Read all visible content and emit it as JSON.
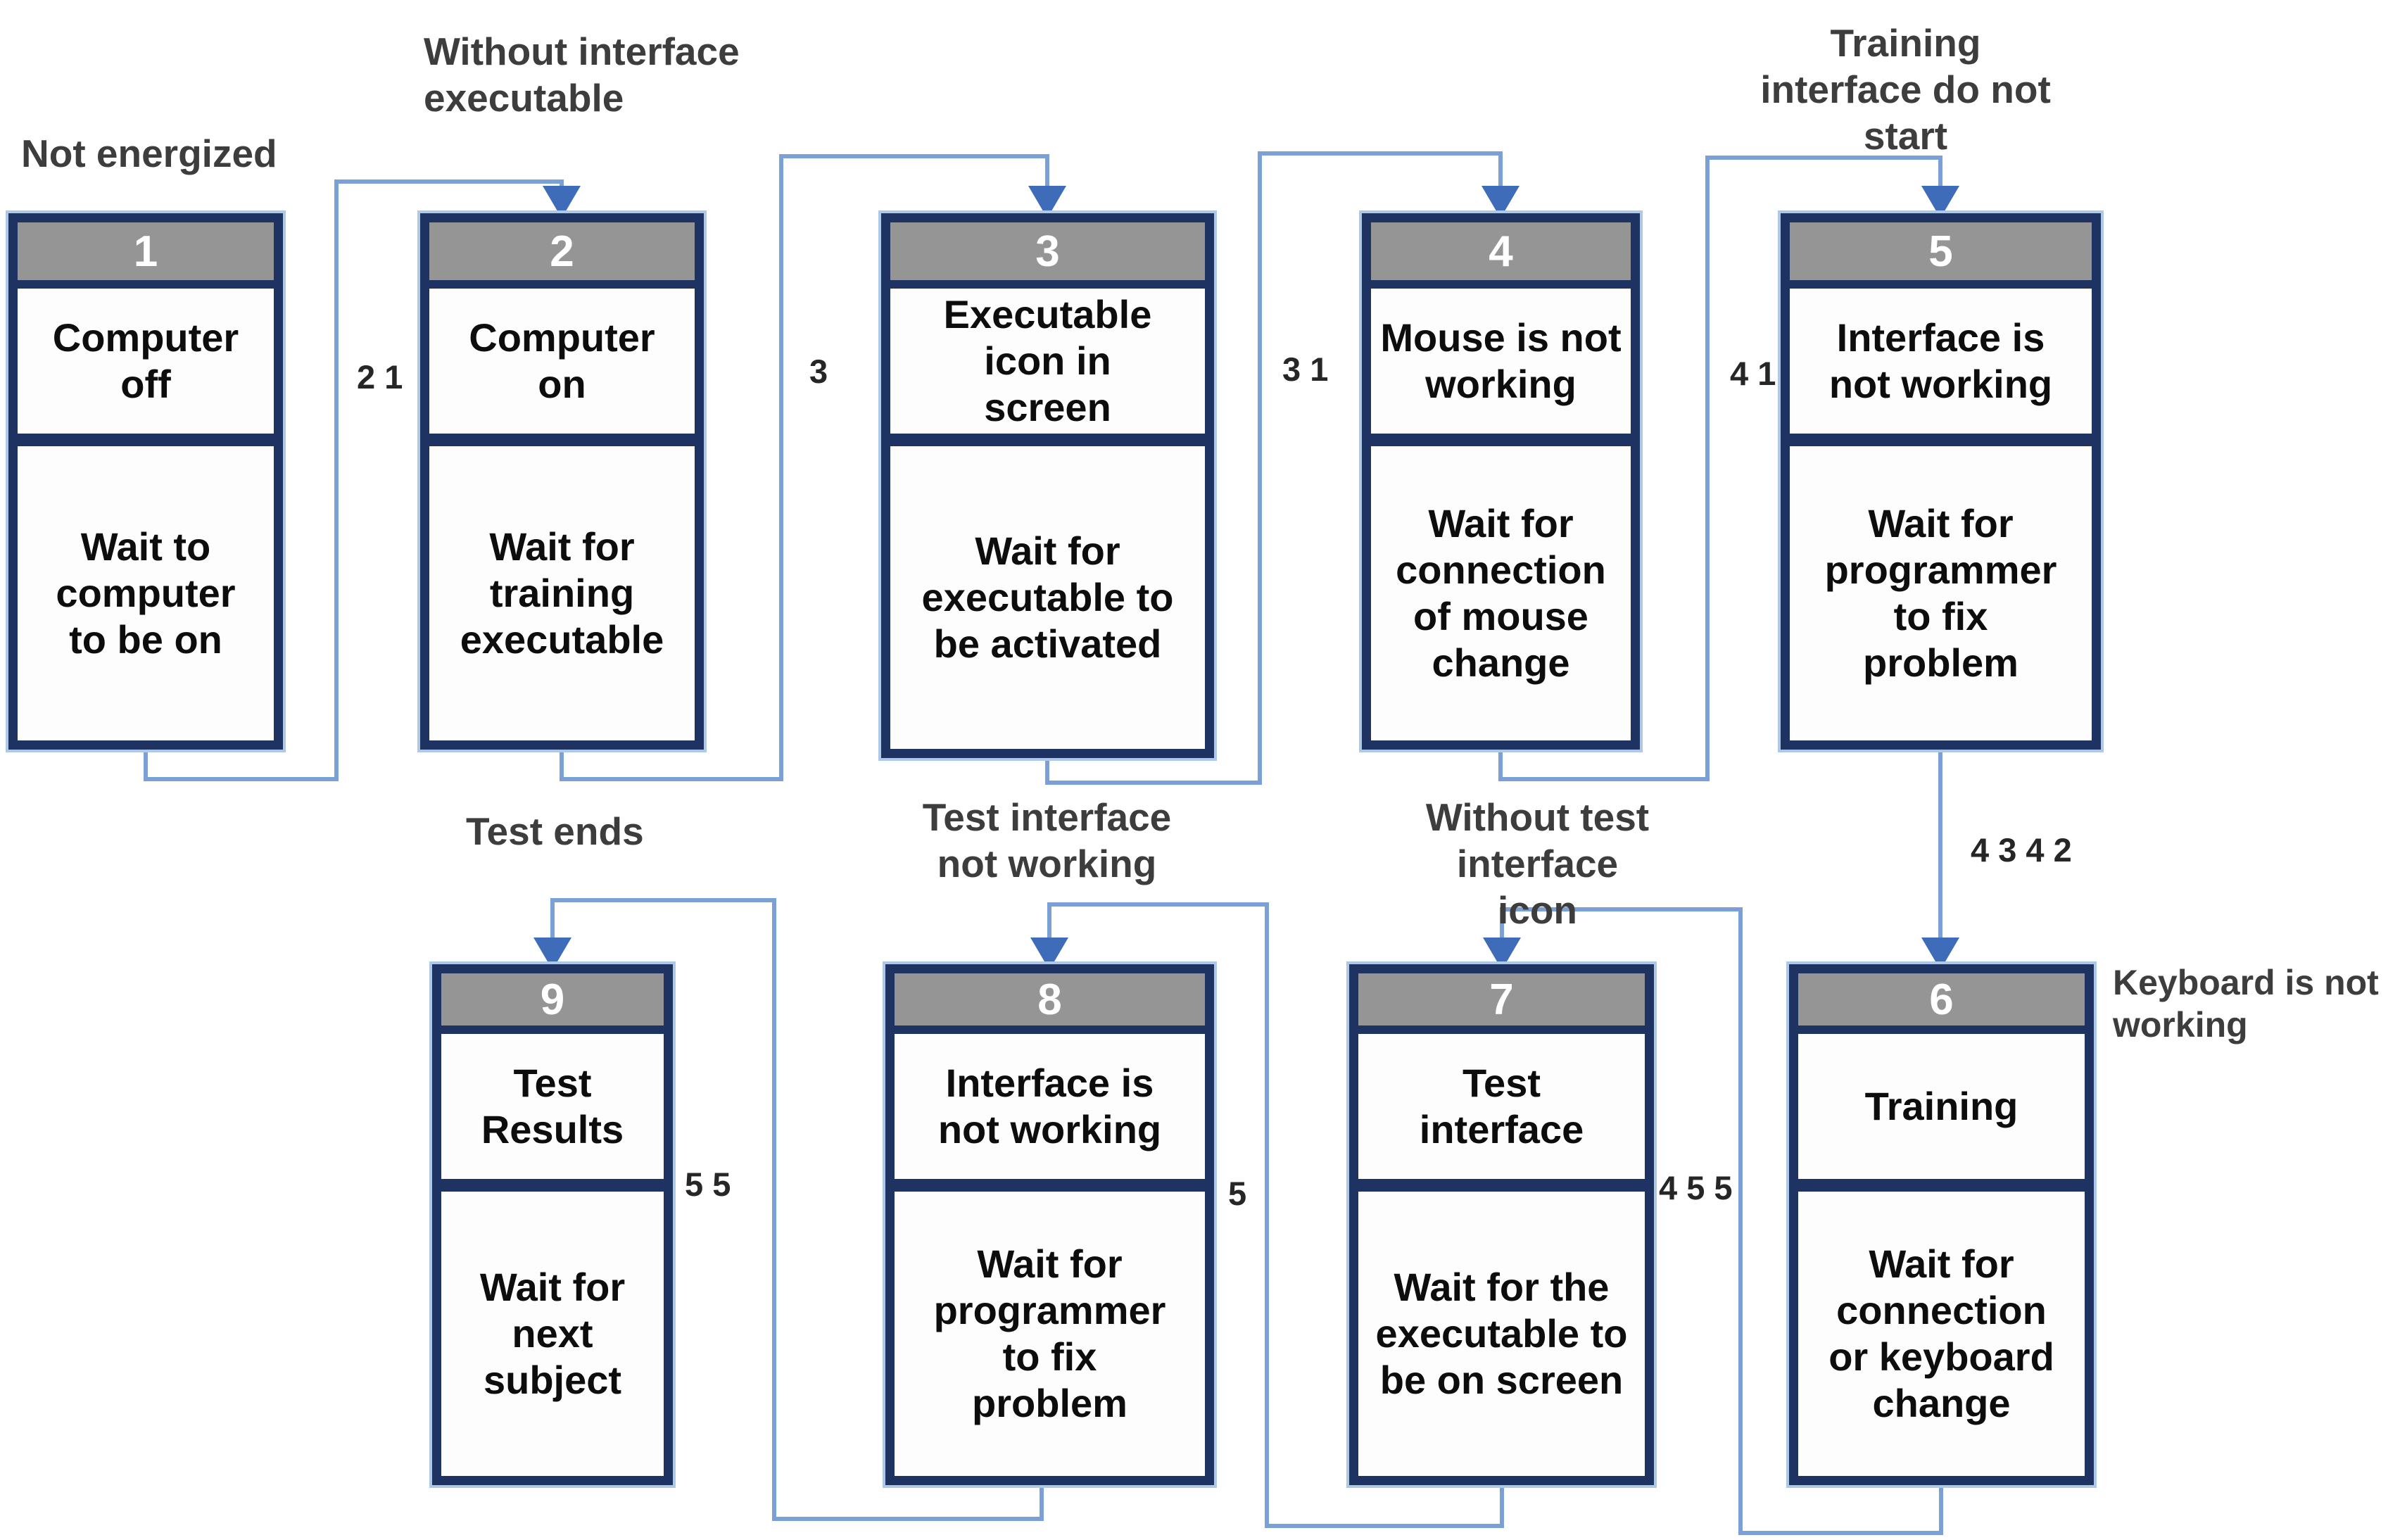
{
  "colors": {
    "box_border": "#1E3361",
    "box_outer_line": "#AEC9E8",
    "header_fill": "#959595",
    "header_text": "#FFFFFF",
    "connector_line": "#7AA0D5",
    "arrowhead": "#3E6CB8",
    "box_text": "#0D0D0D",
    "annotation_text": "#3D3D3D"
  },
  "boxes": {
    "b1": {
      "number": "1",
      "state": "Computer off",
      "wait": "Wait to computer to be on"
    },
    "b2": {
      "number": "2",
      "state": "Computer on",
      "wait": "Wait for training executable"
    },
    "b3": {
      "number": "3",
      "state": "Executable icon in screen",
      "wait": "Wait for executable to be activated"
    },
    "b4": {
      "number": "4",
      "state": "Mouse is not working",
      "wait": "Wait for connection of mouse change"
    },
    "b5": {
      "number": "5",
      "state": "Interface is not working",
      "wait": "Wait for programmer to fix problem"
    },
    "b6": {
      "number": "6",
      "state": "Training",
      "wait": "Wait for connection or keyboard change"
    },
    "b7": {
      "number": "7",
      "state": "Test interface",
      "wait": "Wait for the executable to be on screen"
    },
    "b8": {
      "number": "8",
      "state": "Interface is not working",
      "wait": "Wait for programmer to fix problem"
    },
    "b9": {
      "number": "9",
      "state": "Test Results",
      "wait": "Wait for next subject"
    }
  },
  "annotations": {
    "not_energized": "Not energized",
    "without_interface_executable": "Without interface executable",
    "training_interface_do_not_start": "Training interface do not start",
    "test_ends": "Test ends",
    "test_interface_not_working": "Test interface not working",
    "without_test_interface_icon": "Without test interface icon",
    "keyboard_is_not_working": "Keyboard is not working"
  },
  "edge_labels": {
    "t21": "2 1",
    "t3": "3",
    "t31": "3 1",
    "t41": "4 1",
    "t4342": "4 3 4 2",
    "t55": "5 5",
    "t5": "5",
    "t455": "4 5 5"
  },
  "connections": [
    {
      "from": "1",
      "to": "2",
      "label": "2 1"
    },
    {
      "from": "2",
      "to": "3",
      "label": "3"
    },
    {
      "from": "3",
      "to": "4",
      "label": "3 1"
    },
    {
      "from": "4",
      "to": "5",
      "label": "4 1"
    },
    {
      "from": "5",
      "to": "6",
      "label": "4 3 4 2"
    },
    {
      "from": "6",
      "to": "7",
      "label": "4 5 5"
    },
    {
      "from": "7",
      "to": "8",
      "label": "5"
    },
    {
      "from": "8",
      "to": "9",
      "label": "5 5"
    }
  ]
}
